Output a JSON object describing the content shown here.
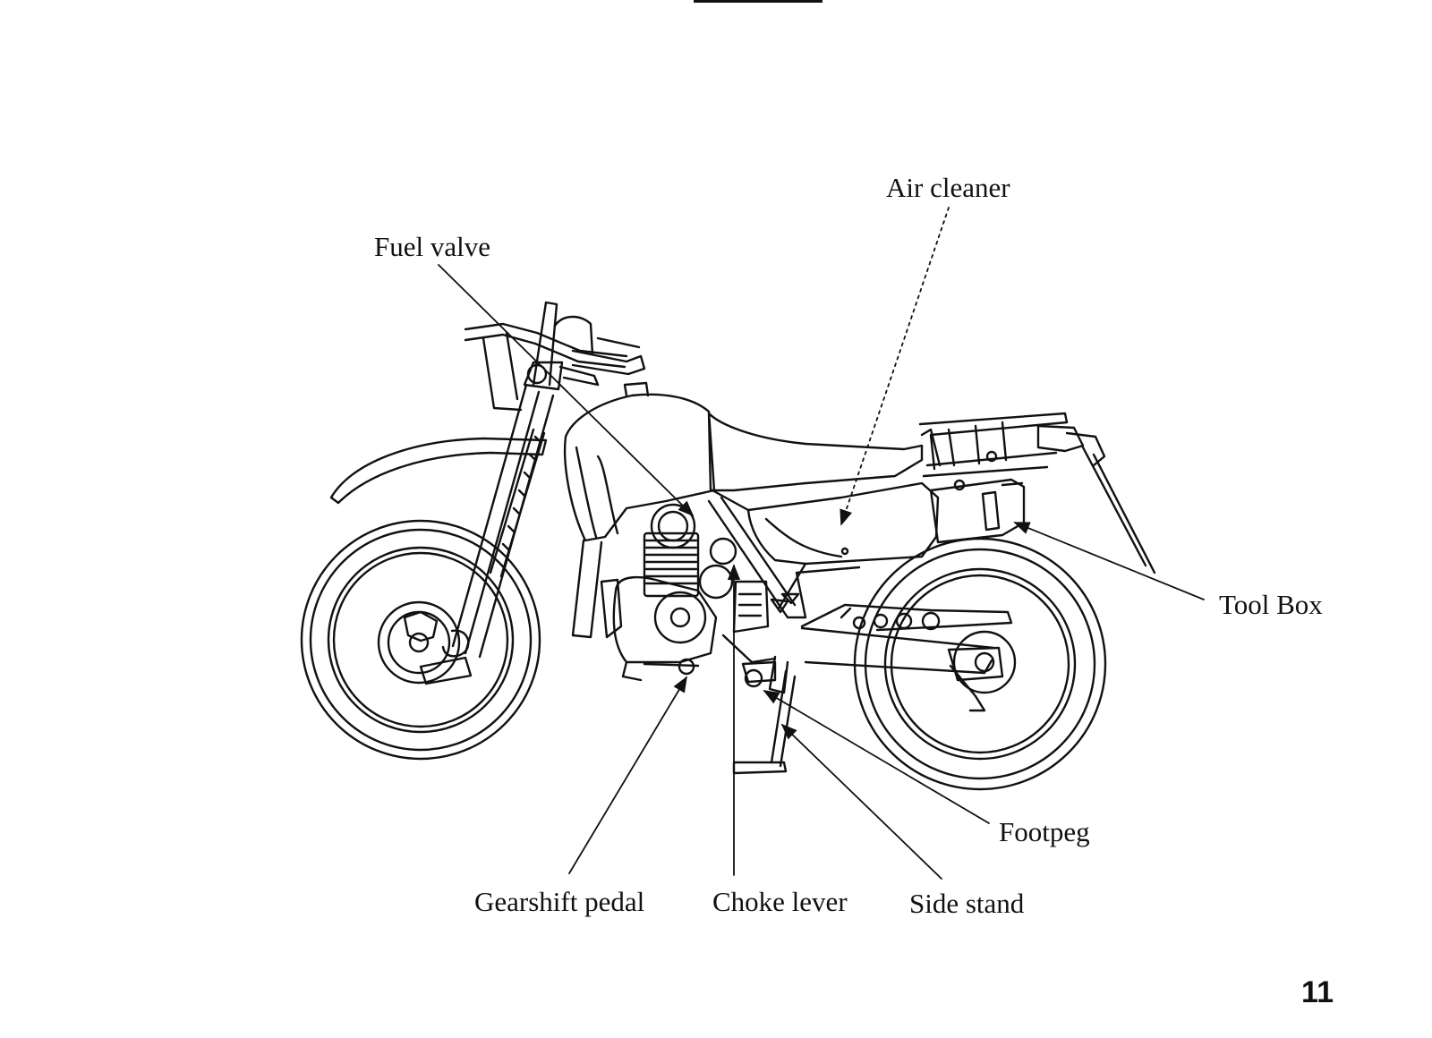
{
  "page": {
    "number": "11"
  },
  "callouts": {
    "air_cleaner": "Air cleaner",
    "fuel_valve": "Fuel valve",
    "tool_box": "Tool Box",
    "footpeg": "Footpeg",
    "gearshift_pedal": "Gearshift pedal",
    "choke_lever": "Choke lever",
    "side_stand": "Side stand"
  },
  "colors": {
    "ink": "#111111",
    "paper": "#ffffff"
  }
}
